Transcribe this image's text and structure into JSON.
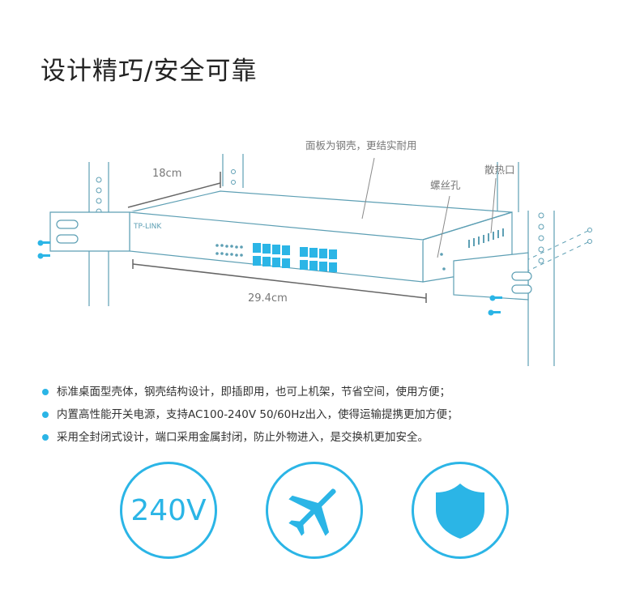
{
  "title": "设计精巧/安全可靠",
  "diagram": {
    "label_panel": "面板为钢壳，更结实耐用",
    "label_vent": "散热口",
    "label_screw": "螺丝孔",
    "dim_depth": "18cm",
    "dim_width": "29.4cm",
    "brand": "TP-LINK"
  },
  "features": [
    "标准桌面型壳体，钢壳结构设计，即插即用，也可上机架，节省空间，使用方便；",
    "内置高性能开关电源，支持AC100-240V 50/60Hz出入，使得运输提携更加方便；",
    "采用全封闭式设计，端口采用金属封闭，防止外物进入，是交换机更加安全。"
  ],
  "badges": {
    "voltage": "240V",
    "plane_icon": "airplane-icon",
    "shield_icon": "shield-icon"
  },
  "colors": {
    "accent": "#2bb5e6",
    "line_art": "#5d9fb4",
    "text": "#333333"
  }
}
